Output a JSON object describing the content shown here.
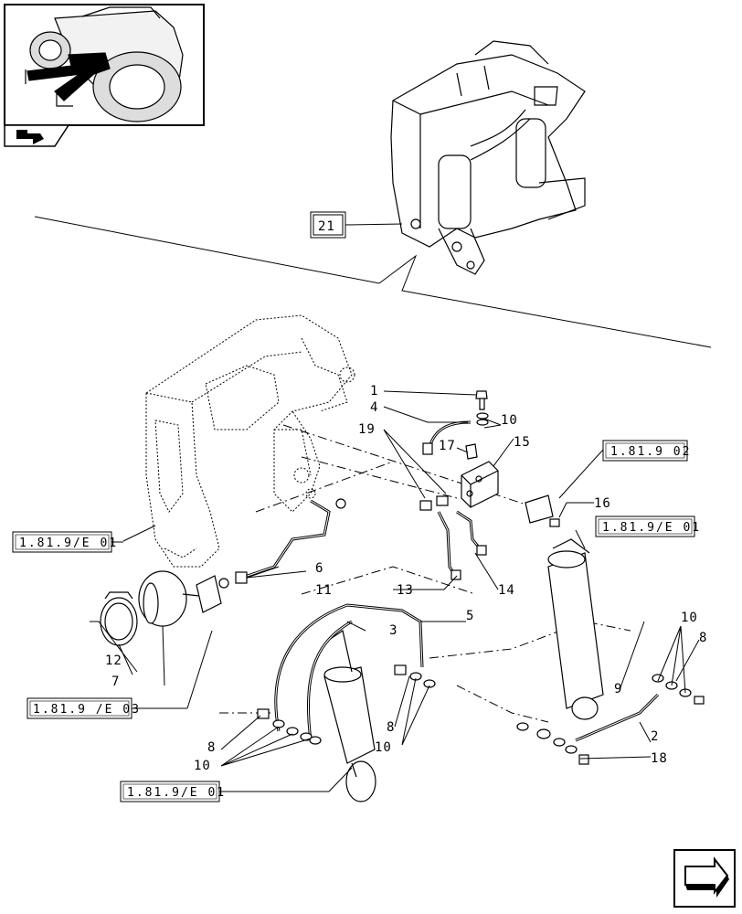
{
  "thumbnail": {
    "description_icon": "tractor-front-loader-thumbnail",
    "nav_icon": "arrow-tab-icon"
  },
  "callouts": {
    "c1": "1",
    "c2": "2",
    "c3": "3",
    "c4": "4",
    "c5": "5",
    "c6": "6",
    "c7": "7",
    "c8a": "8",
    "c8b": "8",
    "c8c": "8",
    "c9": "9",
    "c10a": "10",
    "c10b": "10",
    "c10c": "10",
    "c10d": "10",
    "c11": "11",
    "c12": "12",
    "c13": "13",
    "c14": "14",
    "c15": "15",
    "c16": "16",
    "c17": "17",
    "c18": "18",
    "c19": "19",
    "c21": "21"
  },
  "references": {
    "r1": "1.81.9/E 01",
    "r2": "1.81.9 02",
    "r3": "1.81.9/E 01",
    "r4": "1.81.9 /E 03",
    "r5": "1.81.9/E 01"
  },
  "footer": {
    "next_page_icon": "next-page-arrow-icon"
  }
}
